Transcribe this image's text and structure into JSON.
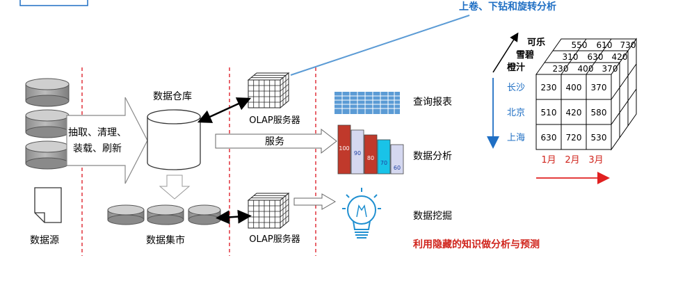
{
  "labels": {
    "top_right_caption": "上卷、下钻和旋转分析",
    "warehouse": "数据仓库",
    "olap_top": "OLAP服务器",
    "olap_bottom": "OLAP服务器",
    "etl_line1": "抽取、清理、",
    "etl_line2": "装载、刷新",
    "service": "服务",
    "query_report": "查询报表",
    "data_analysis": "数据分析",
    "data_mining": "数据挖掘",
    "mining_note": "利用隐藏的知识做分析与预测",
    "data_source": "数据源",
    "data_mart": "数据集市"
  },
  "analysis_bars": {
    "values": [
      100,
      90,
      80,
      70,
      60
    ],
    "labels": [
      "100",
      "90",
      "80",
      "70",
      "60"
    ],
    "colors": [
      "#c0392b",
      "#d5d8f0",
      "#c0392b",
      "#19c3e8",
      "#d5d8f0"
    ]
  },
  "cube": {
    "drinks": [
      "可乐",
      "雪碧",
      "橙汁"
    ],
    "cities": [
      "长沙",
      "北京",
      "上海"
    ],
    "months": [
      "1月",
      "2月",
      "3月"
    ],
    "front": [
      [
        "230",
        "400",
        "370"
      ],
      [
        "510",
        "420",
        "580"
      ],
      [
        "630",
        "720",
        "530"
      ]
    ],
    "top_rows": [
      [
        "550",
        "610",
        "730"
      ],
      [
        "310",
        "630",
        "420"
      ],
      [
        "230",
        "400",
        "370"
      ]
    ]
  },
  "colors": {
    "divider": "#e0303a",
    "blue_caption": "#1f6fc4",
    "red_note": "#d0241c",
    "drum_gray": "#a6a6a6"
  }
}
